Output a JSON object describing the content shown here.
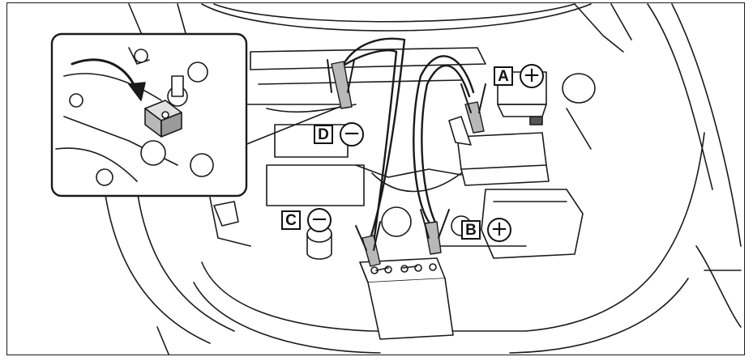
{
  "labels": {
    "A": {
      "letter": "A",
      "symbol": "+"
    },
    "B": {
      "letter": "B",
      "symbol": "+"
    },
    "C": {
      "letter": "C",
      "symbol": "−"
    },
    "D": {
      "letter": "D",
      "symbol": "−"
    }
  },
  "colors": {
    "line": "#1a1a1a",
    "fill": "#ffffff",
    "shade": "#b8b8b8",
    "dark": "#555555"
  }
}
